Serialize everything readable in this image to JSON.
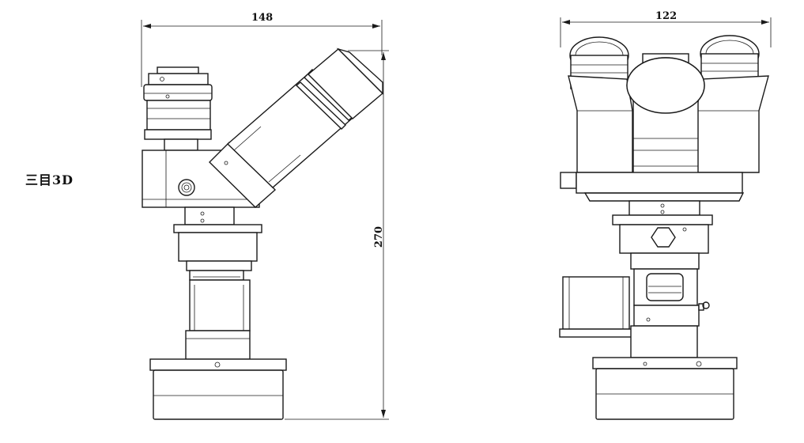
{
  "label_side": "三目3D",
  "dimensions": {
    "side_view_width": "148",
    "side_view_height": "270",
    "front_view_width": "122"
  },
  "colors": {
    "line": "#1a1a1a",
    "background": "#ffffff"
  }
}
